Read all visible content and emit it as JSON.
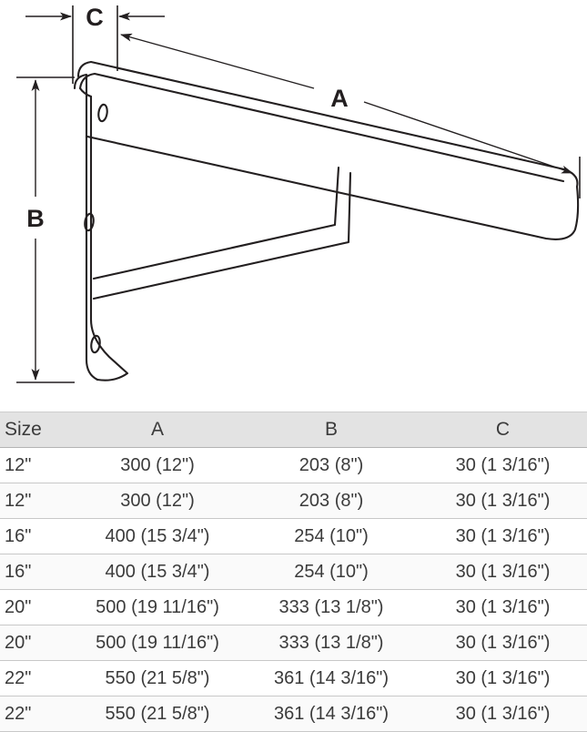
{
  "diagram": {
    "title": "shelf-bracket-dimension-drawing",
    "dimension_labels": {
      "a": "A",
      "b": "B",
      "c": "C"
    },
    "line_color": "#231f20",
    "fill_color": "#ffffff"
  },
  "table": {
    "headers": [
      "Size",
      "A",
      "B",
      "C"
    ],
    "rows": [
      [
        "12\"",
        "300 (12\")",
        "203 (8\")",
        "30 (1 3/16\")"
      ],
      [
        "12\"",
        "300 (12\")",
        "203 (8\")",
        "30 (1 3/16\")"
      ],
      [
        "16\"",
        "400 (15 3/4\")",
        "254 (10\")",
        "30 (1 3/16\")"
      ],
      [
        "16\"",
        "400 (15 3/4\")",
        "254 (10\")",
        "30 (1 3/16\")"
      ],
      [
        "20\"",
        "500 (19 11/16\")",
        "333 (13 1/8\")",
        "30 (1 3/16\")"
      ],
      [
        "20\"",
        "500 (19 11/16\")",
        "333 (13 1/8\")",
        "30 (1 3/16\")"
      ],
      [
        "22\"",
        "550 (21 5/8\")",
        "361 (14 3/16\")",
        "30 (1 3/16\")"
      ],
      [
        "22\"",
        "550 (21 5/8\")",
        "361 (14 3/16\")",
        "30 (1 3/16\")"
      ]
    ]
  }
}
